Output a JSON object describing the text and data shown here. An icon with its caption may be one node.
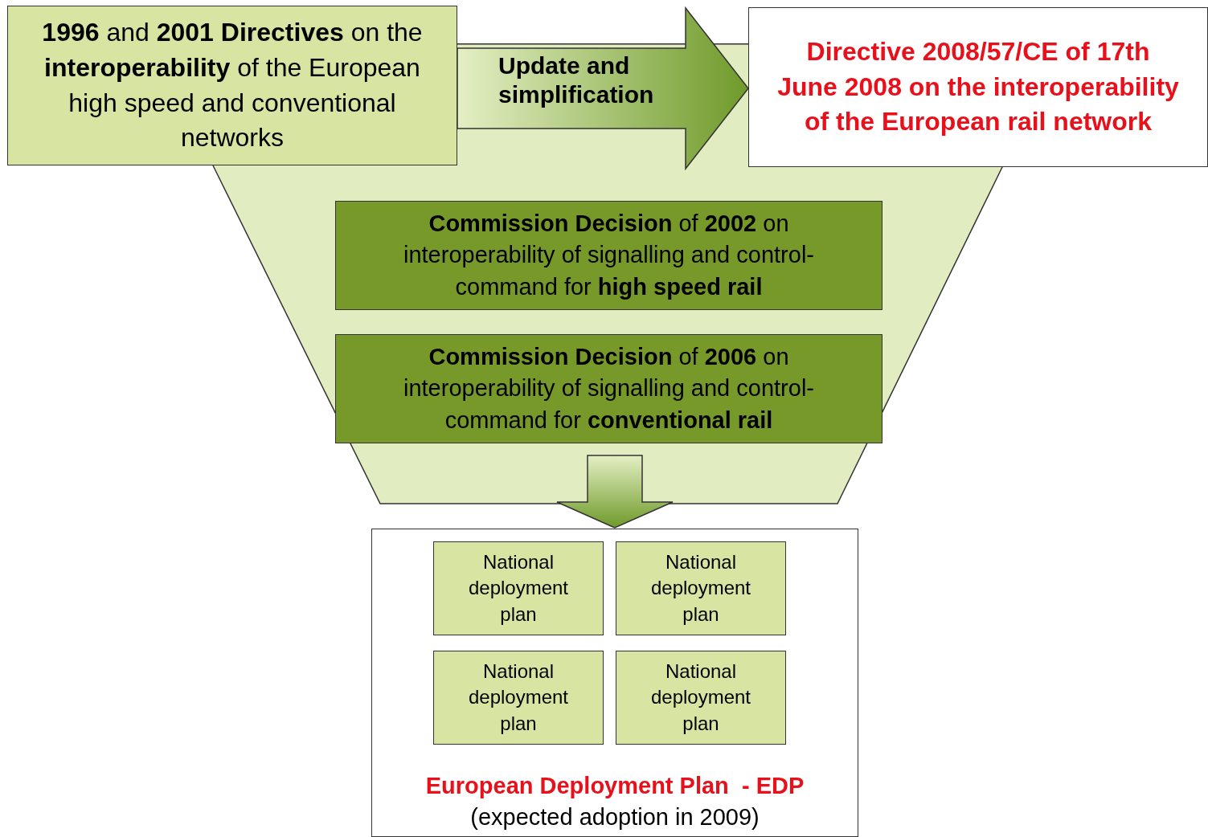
{
  "diagram": {
    "nodes": [
      {
        "text": [],
        "shape": "trapezoid"
      },
      {
        "text": [
          "**1996** and **2001 Directives**  on the **interoperability** of the European high speed and conventional networks"
        ]
      },
      {
        "text": [
          "Directive 2008/57/CE of 17th June 2008 on the interoperability of the European rail network"
        ]
      },
      {
        "text": [
          "**Commission Decision** of **2002** on interoperability of signalling and control-command for **high speed rail**"
        ],
        "in": 0
      },
      {
        "text": [
          "**Commission Decision** of **2006** on interoperability of signalling and control-command for **conventional rail**"
        ],
        "in": 0
      },
      {
        "text": [
          "European Deployment Plan  - EDP",
          "(expected adoption in 2009)"
        ]
      },
      {
        "text": [
          "National deployment plan"
        ],
        "in": 5
      },
      {
        "text": [
          "National deployment plan"
        ],
        "in": 5
      },
      {
        "text": [
          "National deployment plan"
        ],
        "in": 5
      },
      {
        "text": [
          "National deployment plan"
        ],
        "in": 5
      }
    ],
    "edges": [
      {
        "from": 1,
        "to": 2,
        "arrow": "to",
        "label": "Update and simplification"
      },
      {
        "from": 0,
        "to": 5,
        "arrow": "to"
      }
    ]
  }
}
